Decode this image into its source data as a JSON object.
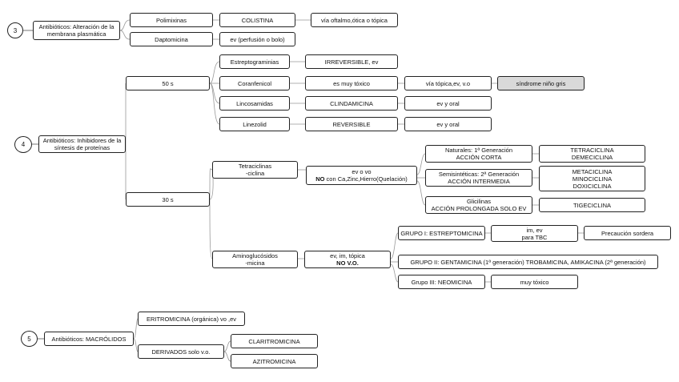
{
  "sections": {
    "s3": {
      "number": "3",
      "title1": "Antibióticos: Alteración de la",
      "title2": "membrana plasmática",
      "polimixinas": "Polimixinas",
      "colistina": "COLISTINA",
      "colistina_via": "vía oftalmo,ótica o tópica",
      "daptomicina": "Daptomicina",
      "daptomicina_via": "ev (perfusión o bolo)"
    },
    "s4": {
      "number": "4",
      "title1": "Antibióticos: Inhibidores de la",
      "title2": "síntesis de proteínas",
      "s50": "50 s",
      "estreptograminas": "Estreptograminias",
      "estreptograminas_note": "IRREVERSIBLE, ev",
      "coranfenicol": "Coranfenicol",
      "coranfenicol_note": "es muy tóxico",
      "coranfenicol_via": "vía tópica,ev, v.o",
      "coranfenicol_side": "síndrome niño gris",
      "lincosamidas": "Lincosamidas",
      "clindamicina": "CLINDAMICINA",
      "clindamicina_via": "ev y oral",
      "linezolid": "Linezolid",
      "linezolid_note": "REVERSIBLE",
      "linezolid_via": "ev y oral",
      "s30": "30 s",
      "tetra1": "Tetraciclinas",
      "tetra2": "-ciclina",
      "tetra_via1": "ev o vo",
      "tetra_via_bold": "NO",
      "tetra_via2": " con Ca,Zinc,Hierro(Quelación)",
      "naturales1": "Naturales: 1ª Generación",
      "naturales2": "ACCIÓN CORTA",
      "nat_drug1": "TETRACICLINA",
      "nat_drug2": "DEMECICLINA",
      "semi1": "Semisintéticas: 2ª Generación",
      "semi2": "ACCIÓN INTERMEDIA",
      "semi_drug1": "METACICLINA",
      "semi_drug2": "MINOCICLINA",
      "semi_drug3": "DOXICICLINA",
      "glici1": "Glicilinas",
      "glici2": "ACCIÓN PROLONGADA SOLO EV",
      "glici_drug": "TIGECICLINA",
      "amino1": "Aminoglucósidos",
      "amino2": "-micina",
      "amino_via1": "ev, im, tópica",
      "amino_via2": "NO V.O.",
      "grupo1": "GRUPO I: ESTREPTOMICINA",
      "grupo1_via1": "im, ev",
      "grupo1_via2": "para TBC",
      "grupo1_note": "Precaución sordera",
      "grupo2": "GRUPO II: GENTAMICINA (1ª generación) TROBAMICINA, AMIKACINA (2ª generación)",
      "grupo3": "Grupo III: NEOMICINA",
      "grupo3_note": "muy tóxico"
    },
    "s5": {
      "number": "5",
      "title": "Antibióticos: MACRÓLIDOS",
      "eritro": "ERITROMICINA (orgánica) vo ,ev",
      "derivados": "DERIVADOS solo v.o.",
      "clari": "CLARITROMICINA",
      "azitro": "AZITROMICINA"
    }
  }
}
